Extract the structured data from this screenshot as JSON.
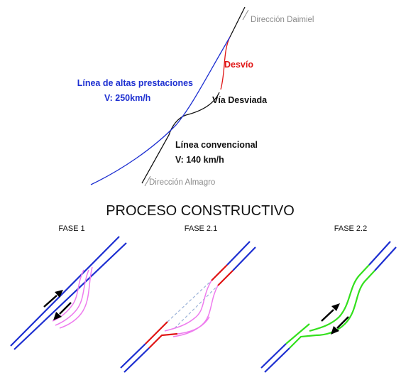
{
  "colors": {
    "high_speed": "#1d2fd1",
    "conventional": "#111111",
    "desvio": "#e01414",
    "temporary": "#ee7cee",
    "modified": "#e01414",
    "new": "#33e01d",
    "dashed": "#9bb2d8",
    "direction_text": "#8c8c8c"
  },
  "top_diagram": {
    "direccion_daimiel": "Dirección Daimiel",
    "desvio": "Desvío",
    "linea_altas_prestaciones": "Línea de altas prestaciones",
    "velocidad_altas": "V: 250km/h",
    "via_desviada": "Vía Desviada",
    "linea_convencional": "Línea convencional",
    "velocidad_convencional": "V: 140 km/h",
    "direccion_almagro": "Dirección Almagro"
  },
  "section_title": "PROCESO CONSTRUCTIVO",
  "phases": [
    {
      "label": "FASE 1"
    },
    {
      "label": "FASE 2.1"
    },
    {
      "label": "FASE 2.2"
    }
  ]
}
